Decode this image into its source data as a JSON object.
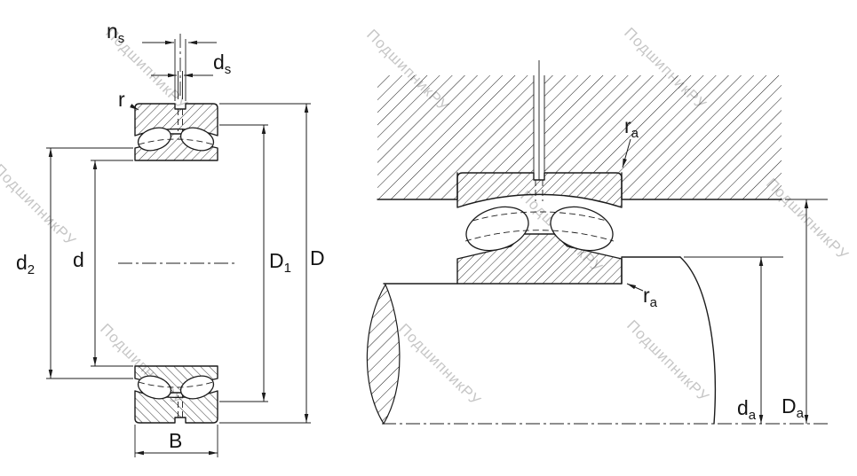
{
  "watermark": {
    "text": "ПодшипникРУ",
    "color": "#c6c6c6"
  },
  "colors": {
    "ink": "#1c1c1c",
    "background": "#ffffff"
  },
  "left_view": {
    "labels": {
      "ns": {
        "main": "n",
        "sub": "s"
      },
      "ds": {
        "main": "d",
        "sub": "s"
      },
      "r": {
        "main": "r",
        "sub": ""
      },
      "d2": {
        "main": "d",
        "sub": "2"
      },
      "d": {
        "main": "d",
        "sub": ""
      },
      "D1": {
        "main": "D",
        "sub": "1"
      },
      "D": {
        "main": "D",
        "sub": ""
      },
      "B": {
        "main": "B",
        "sub": ""
      }
    }
  },
  "right_view": {
    "labels": {
      "ra_top": {
        "main": "r",
        "sub": "a"
      },
      "ra_bottom": {
        "main": "r",
        "sub": "a"
      },
      "da": {
        "main": "d",
        "sub": "a"
      },
      "Da": {
        "main": "D",
        "sub": "a"
      }
    }
  }
}
